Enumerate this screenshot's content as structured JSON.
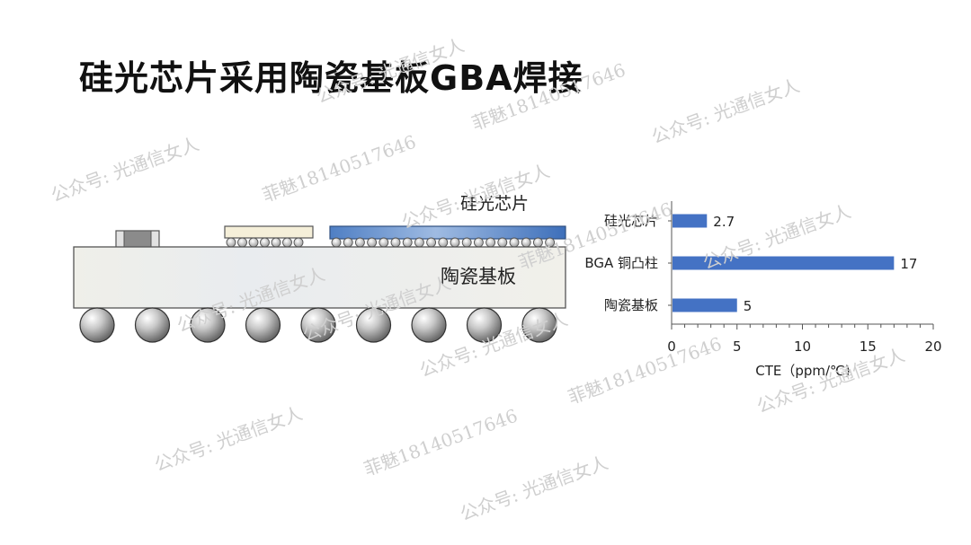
{
  "slide": {
    "title": "硅光芯片采用陶瓷基板GBA焊接"
  },
  "diagram": {
    "chip_label": "硅光芯片",
    "substrate_label": "陶瓷基板",
    "colors": {
      "substrate": "#eeeeea",
      "chip": "#5b87c8",
      "ball": "#b9b9b9"
    }
  },
  "chart_data": {
    "type": "bar",
    "orientation": "horizontal",
    "categories": [
      "硅光芯片",
      "BGA 铜凸柱",
      "陶瓷基板"
    ],
    "values": [
      2.7,
      17,
      5
    ],
    "value_labels": [
      "2.7",
      "17",
      "5"
    ],
    "xlabel": "CTE（ppm/℃)",
    "xlim": [
      0,
      20
    ],
    "xticks": [
      0,
      5,
      10,
      15,
      20
    ],
    "color": "#4472c4",
    "grid": false
  },
  "watermarks": [
    "公众号: 光通信女人",
    "菲魅18140517646"
  ]
}
